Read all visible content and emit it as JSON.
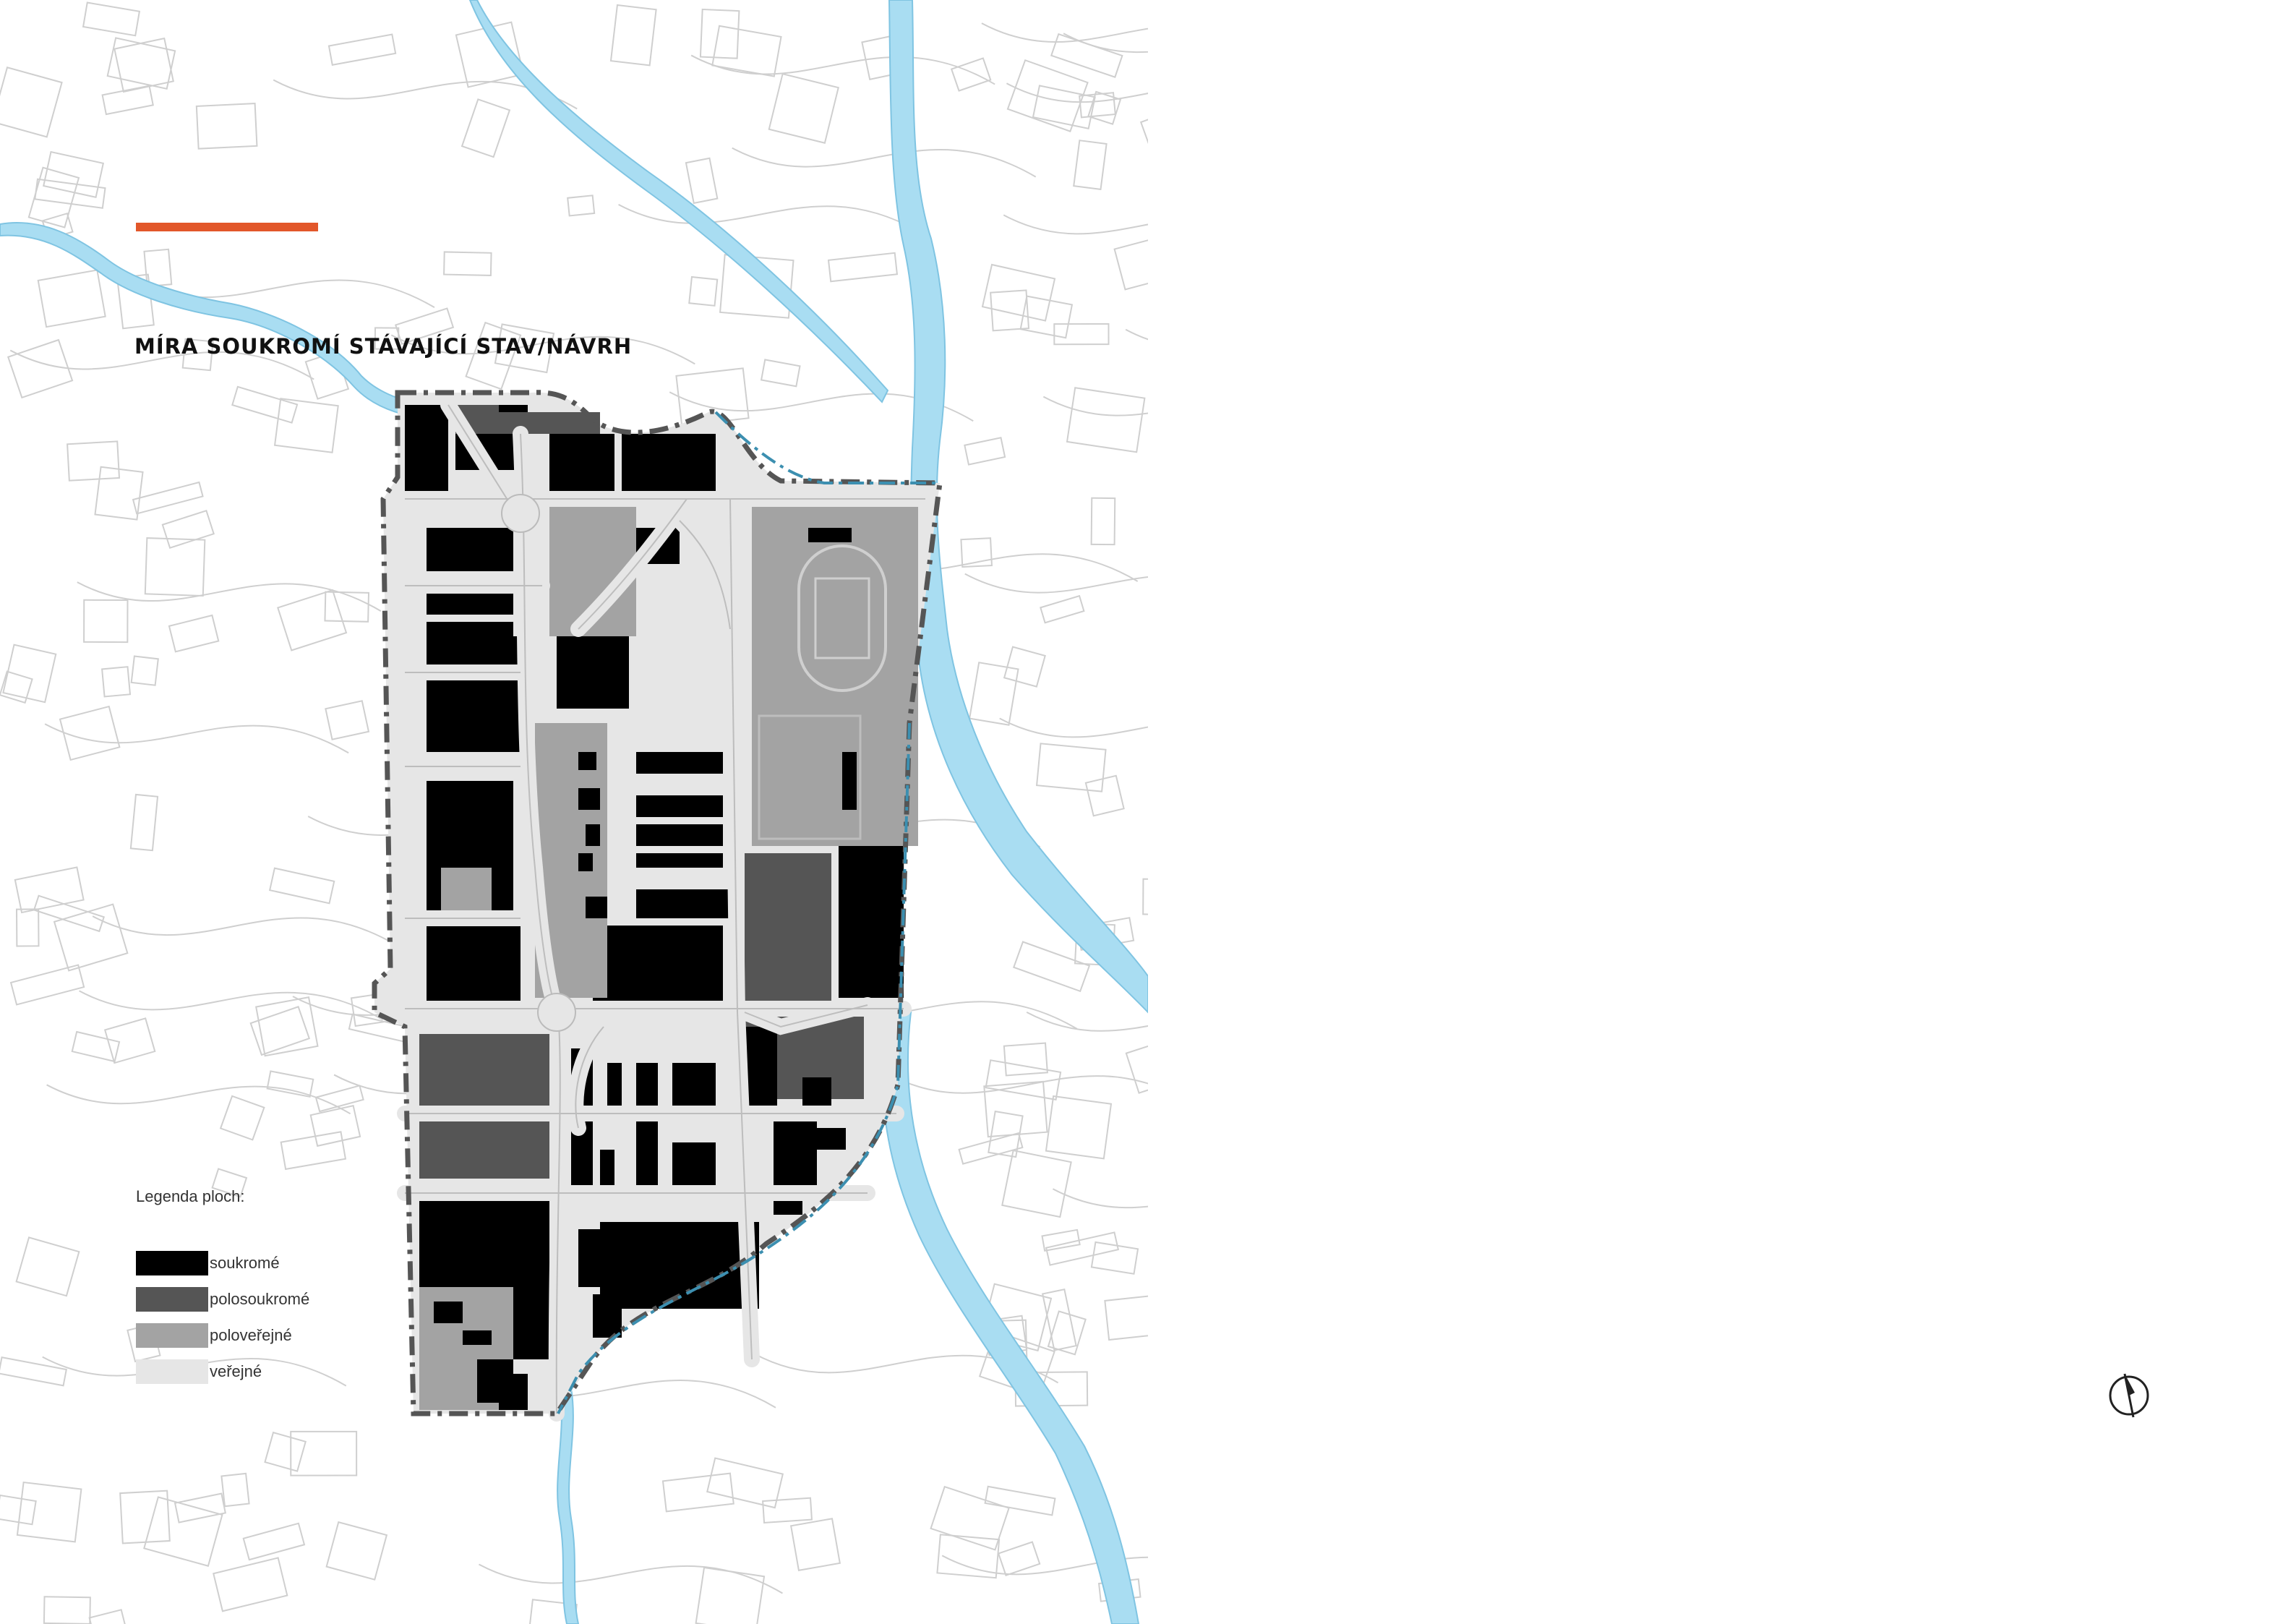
{
  "title": "MÍRA SOUKROMÍ STÁVAJÍCÍ STAV/NÁVRH",
  "legend": {
    "title": "Legenda ploch:",
    "items": [
      {
        "label": "soukromé",
        "color": "#000000"
      },
      {
        "label": "polosoukromé",
        "color": "#555555"
      },
      {
        "label": "poloveřejné",
        "color": "#a3a3a3"
      },
      {
        "label": "veřejné",
        "color": "#e6e6e6"
      }
    ]
  },
  "colors": {
    "accent": "#e2572a",
    "river": "#a9ddf2",
    "streets": "#cfcfcf",
    "boundary": "#555555",
    "private_existing": "#000000",
    "semiprivate_existing": "#555555",
    "semipublic_existing": "#a3a3a3",
    "public": "#e6e6e6",
    "private_proposal": "#e0552a",
    "semiprivate_proposal": "#ea9a7c",
    "semipublic_proposal": "#f4cfc1",
    "public_proposal": "#fbe9e2"
  },
  "panels": [
    {
      "name": "stávající stav",
      "palette": "existing"
    },
    {
      "name": "návrh",
      "palette": "proposal"
    }
  ],
  "north_arrow": "north-arrow-icon"
}
